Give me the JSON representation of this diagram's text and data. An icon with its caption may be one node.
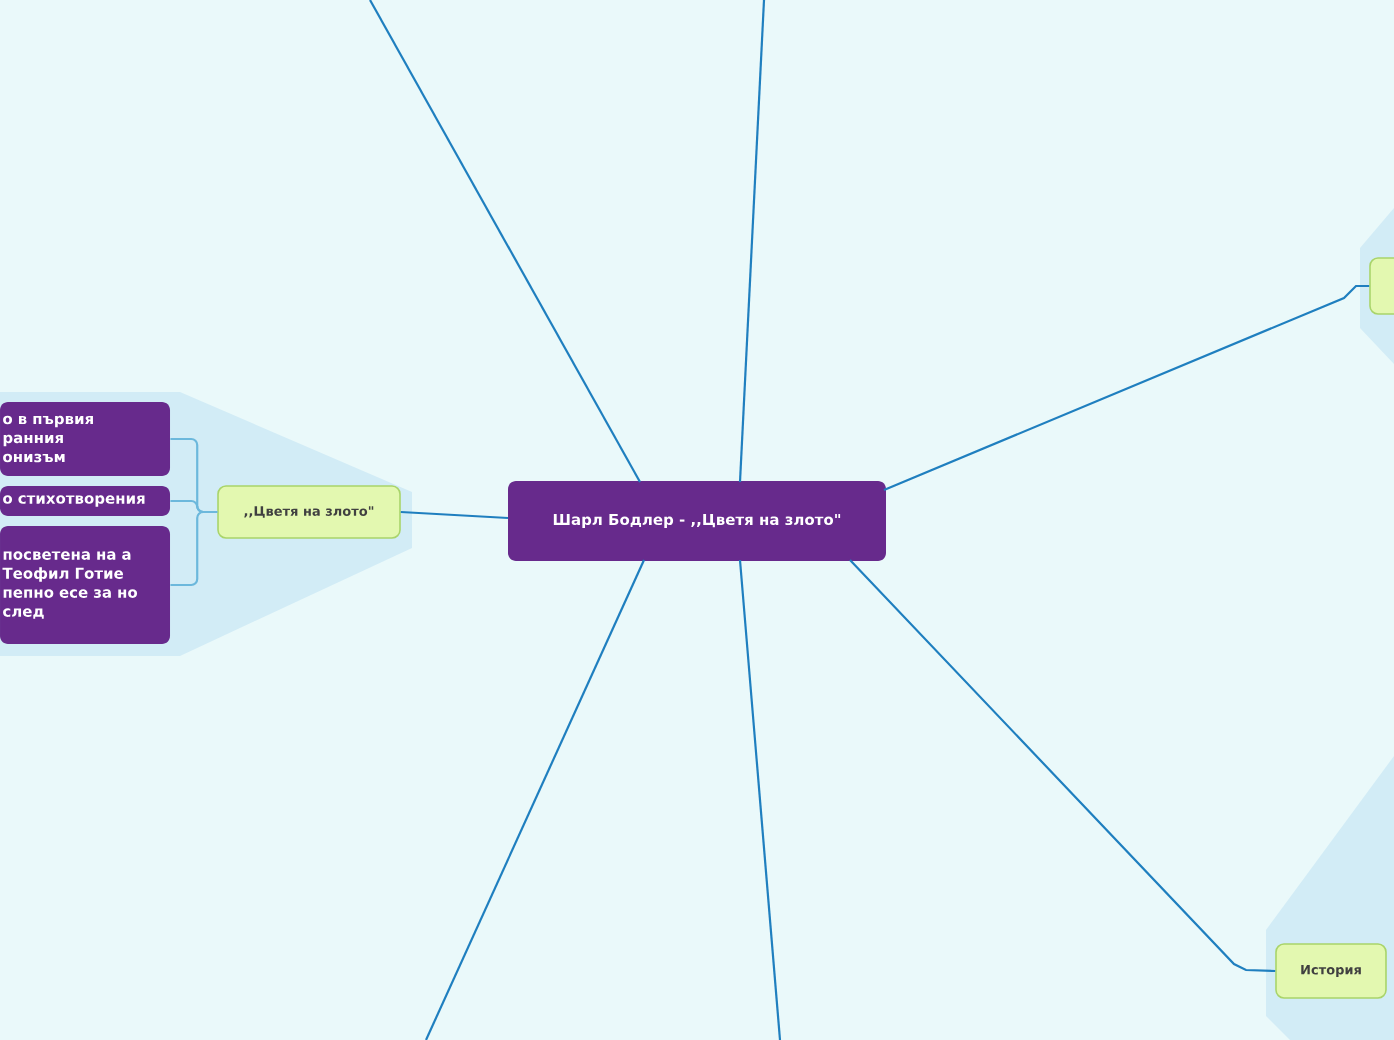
{
  "diagram": {
    "nodes": [
      {
        "text": [
          "Шарл Бодлер - ,,Цветя на злото\""
        ]
      },
      {
        "text": [
          ",,Цветя на злото\""
        ]
      },
      {
        "text": [
          "о в първия ранния онизъм"
        ]
      },
      {
        "text": [
          "о стихотворения"
        ]
      },
      {
        "text": [
          "посветена на а Теофил Готие пепно есе за но след"
        ]
      },
      {
        "text": [],
        "shape": "box"
      },
      {
        "text": [
          "История"
        ]
      }
    ],
    "edges": [
      {
        "from": 0,
        "to": null,
        "arrow": "none"
      },
      {
        "from": 0,
        "to": null,
        "arrow": "none"
      },
      {
        "from": 0,
        "to": 1,
        "arrow": "none"
      },
      {
        "from": 0,
        "to": 5,
        "arrow": "none"
      },
      {
        "from": 0,
        "to": 6,
        "arrow": "none"
      },
      {
        "from": 0,
        "to": null,
        "arrow": "none"
      },
      {
        "from": 0,
        "to": null,
        "arrow": "none"
      },
      {
        "from": 1,
        "to": 2,
        "arrow": "none",
        "color": "#6cb8dc"
      },
      {
        "from": 1,
        "to": 3,
        "arrow": "none",
        "color": "#6cb8dc"
      },
      {
        "from": 1,
        "to": 4,
        "arrow": "none",
        "color": "#6cb8dc"
      }
    ]
  }
}
